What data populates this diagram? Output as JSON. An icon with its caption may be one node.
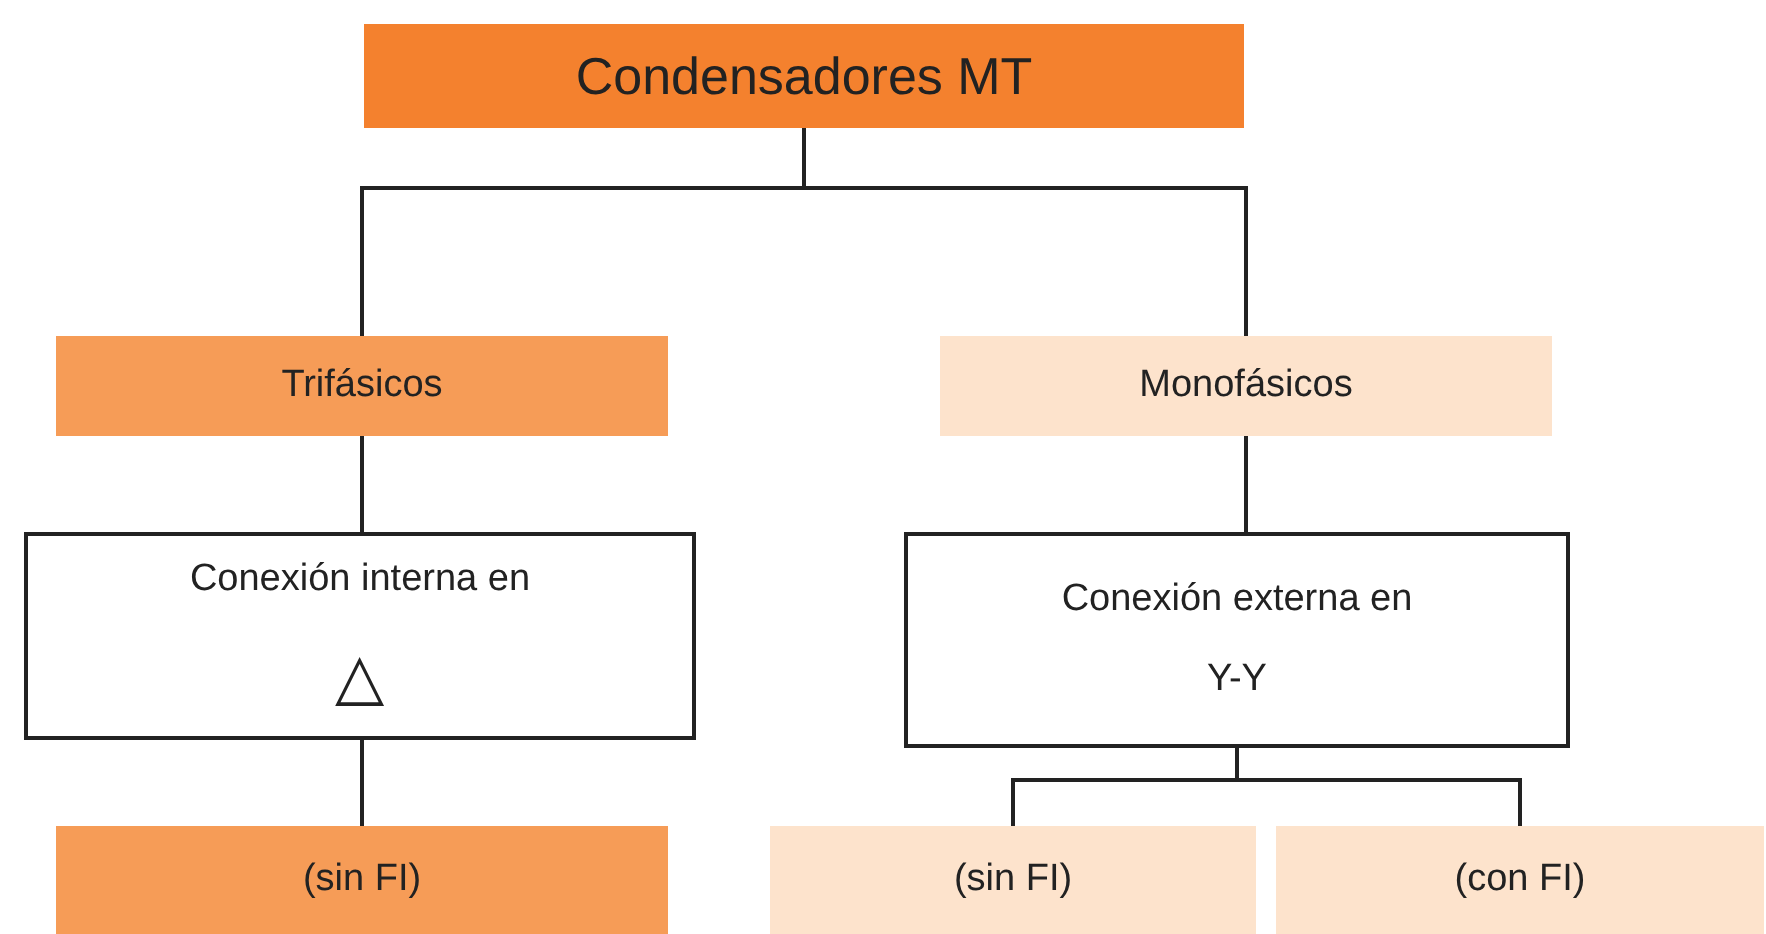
{
  "diagram": {
    "nodes": [
      {
        "text": [
          "Condensadores MT"
        ]
      },
      {
        "text": [
          "Trifásicos"
        ]
      },
      {
        "text": [
          "Monofásicos"
        ]
      },
      {
        "text": [
          "Conexión interna en",
          "△"
        ]
      },
      {
        "text": [
          "Conexión externa en",
          "Y-Y"
        ]
      },
      {
        "text": [
          "(sin FI)"
        ]
      },
      {
        "text": [
          "(sin FI)"
        ]
      },
      {
        "text": [
          "(con FI)"
        ]
      }
    ],
    "edges": [
      {
        "from": 0,
        "to": 1,
        "arrow": "none"
      },
      {
        "from": 0,
        "to": 2,
        "arrow": "none"
      },
      {
        "from": 1,
        "to": 3,
        "arrow": "none"
      },
      {
        "from": 3,
        "to": 5,
        "arrow": "none"
      },
      {
        "from": 2,
        "to": 4,
        "arrow": "none"
      },
      {
        "from": 4,
        "to": 6,
        "arrow": "none"
      },
      {
        "from": 4,
        "to": 7,
        "arrow": "none"
      }
    ]
  }
}
